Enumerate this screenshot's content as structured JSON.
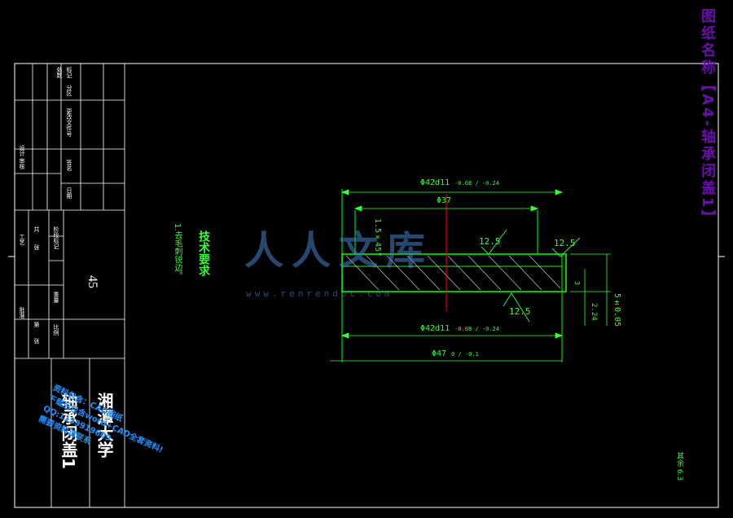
{
  "side_title": "图纸名称【A4-轴承闭盖1】",
  "tech_req": {
    "heading": "技术要求",
    "item": "1.去毛刺锐边。"
  },
  "title_block": {
    "material": "45",
    "university": "湘潭大学",
    "part_name": "轴承闭盖1",
    "small_labels": [
      "标记",
      "处数",
      "分区",
      "更改文件号",
      "签名",
      "日期",
      "设计",
      "审核",
      "工艺",
      "批准",
      "阶段标记",
      "重量",
      "比例",
      "共",
      "张",
      "第",
      "张"
    ]
  },
  "dimensions": {
    "d_top": "Φ42d11",
    "d_top_tol": "-0.08 / -0.24",
    "d_inner": "Φ37",
    "chamfer": "1.5×45°",
    "rough1": "12.5",
    "rough2": "12.5",
    "rough3": "12.5",
    "d_bottom": "Φ42d11",
    "d_bottom_tol": "-0.08 / -0.24",
    "d_outer": "Φ47",
    "d_outer_tol": "0 / -0.1",
    "thickness": "5±0.05",
    "step": "2.24",
    "small_dim": "3",
    "other_rough": "其余 6.3"
  },
  "watermark": {
    "logo": "人人文库",
    "url": "www.renrendoc.com",
    "overlay_lines": [
      "资料包含：CAD图纸",
      "下载后包含word+CAD全套资料!",
      "QQ:1159919609",
      "需要资料请联系"
    ]
  },
  "colors": {
    "background": "#000000",
    "frame": "#ffffff",
    "part": "#00ff00",
    "dimension": "#33ff33",
    "center_line": "#ff0000",
    "side_title": "#6a0dad",
    "watermark": "#1e90ff"
  }
}
